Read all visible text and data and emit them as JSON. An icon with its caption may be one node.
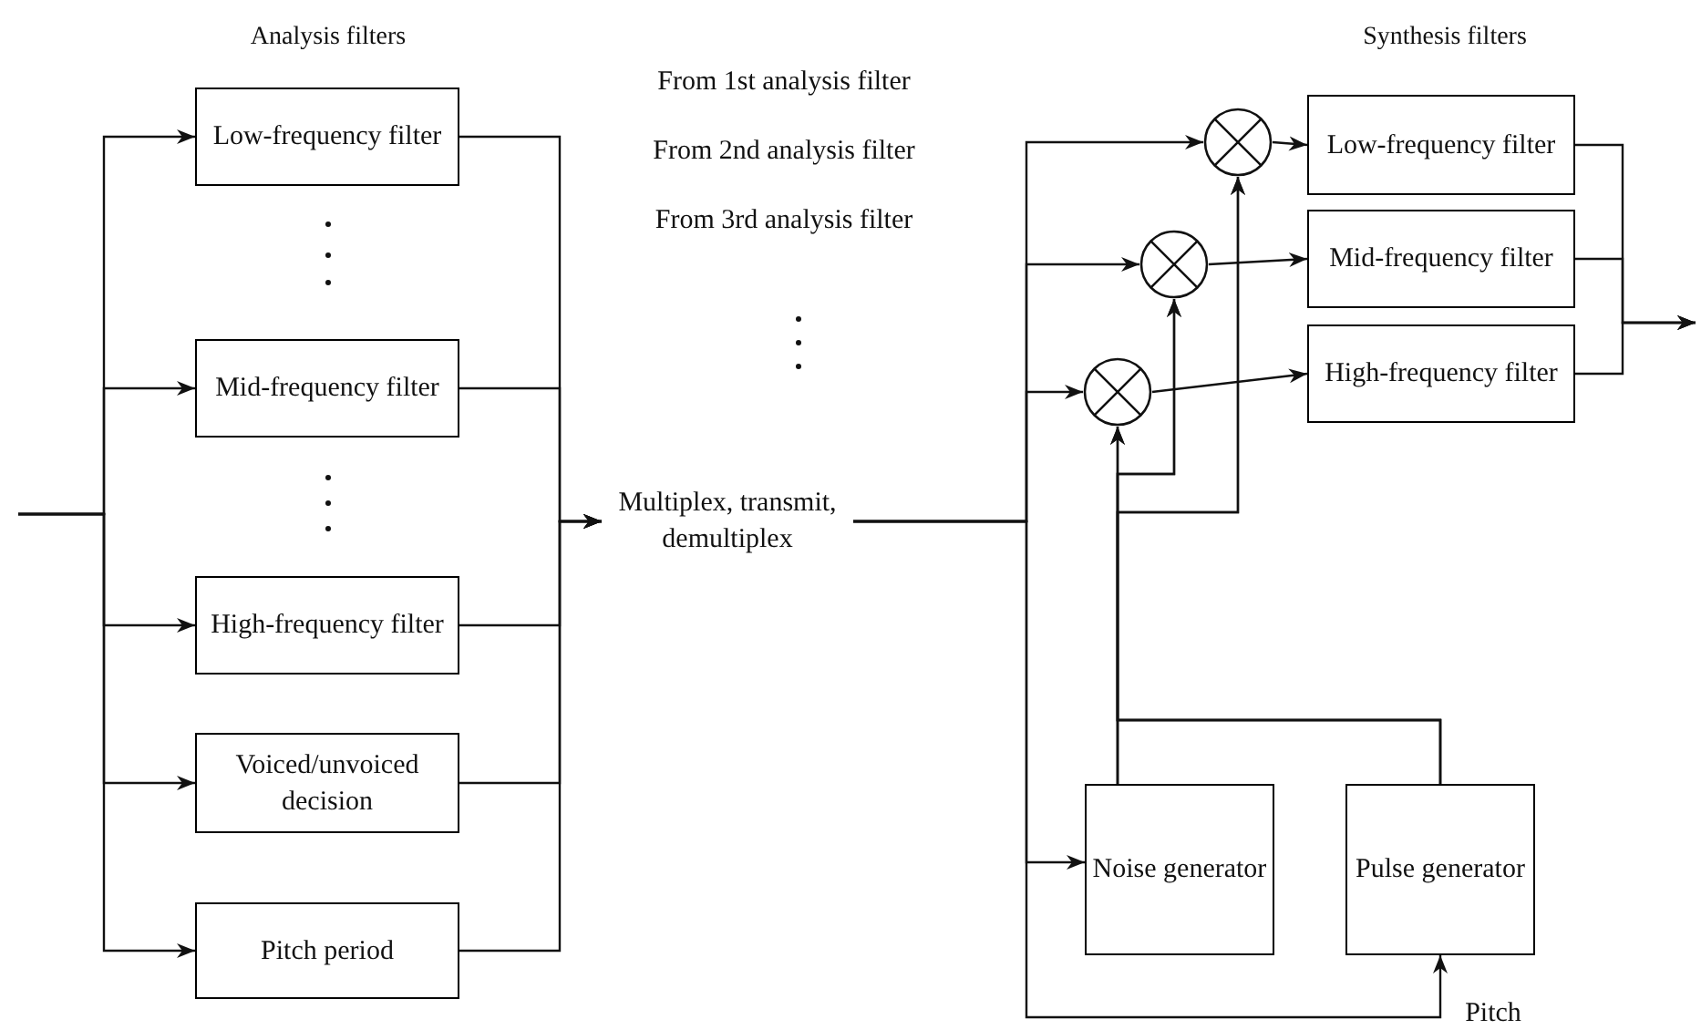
{
  "diagram": {
    "nodes": [
      {
        "text": [
          "Low-frequency filter"
        ]
      },
      {
        "text": [
          "Mid-frequency filter"
        ]
      },
      {
        "text": [
          "High-frequency filter"
        ]
      },
      {
        "text": [
          "Voiced/unvoiced decision"
        ]
      },
      {
        "text": [
          "Pitch period"
        ]
      },
      {
        "text": [
          "Multiplex, transmit, demultiplex"
        ]
      },
      {
        "text": [],
        "shape": "circle"
      },
      {
        "text": [],
        "shape": "circle"
      },
      {
        "text": [],
        "shape": "circle"
      },
      {
        "text": [
          "Low-frequency filter"
        ]
      },
      {
        "text": [
          "Mid-frequency filter"
        ]
      },
      {
        "text": [
          "High-frequency filter"
        ]
      },
      {
        "text": [
          "Noise generator"
        ]
      },
      {
        "text": [
          "Pulse generator"
        ]
      }
    ],
    "edges": [
      {
        "from": null,
        "to": 0,
        "arrow": "to"
      },
      {
        "from": null,
        "to": 1,
        "arrow": "to"
      },
      {
        "from": null,
        "to": 2,
        "arrow": "to"
      },
      {
        "from": null,
        "to": 3,
        "arrow": "to"
      },
      {
        "from": null,
        "to": 4,
        "arrow": "to"
      },
      {
        "from": 0,
        "to": 5,
        "arrow": "to"
      },
      {
        "from": 1,
        "to": 5,
        "arrow": "to"
      },
      {
        "from": 2,
        "to": 5,
        "arrow": "to"
      },
      {
        "from": 3,
        "to": 5,
        "arrow": "to"
      },
      {
        "from": 4,
        "to": 5,
        "arrow": "to"
      },
      {
        "from": 5,
        "to": 6,
        "arrow": "to"
      },
      {
        "from": 5,
        "to": 7,
        "arrow": "to"
      },
      {
        "from": 5,
        "to": 8,
        "arrow": "to"
      },
      {
        "from": 5,
        "to": 12,
        "arrow": "to"
      },
      {
        "from": 5,
        "to": 13,
        "arrow": "to"
      },
      {
        "from": 6,
        "to": 9,
        "arrow": "to"
      },
      {
        "from": 7,
        "to": 10,
        "arrow": "to"
      },
      {
        "from": 8,
        "to": 11,
        "arrow": "to"
      },
      {
        "from": 12,
        "to": 8,
        "arrow": "to"
      },
      {
        "from": 12,
        "to": 7,
        "arrow": "to"
      },
      {
        "from": 12,
        "to": 6,
        "arrow": "to"
      },
      {
        "from": 13,
        "to": 8,
        "arrow": "to"
      },
      {
        "from": 13,
        "to": 7,
        "arrow": "to"
      },
      {
        "from": 13,
        "to": 6,
        "arrow": "to"
      },
      {
        "from": 9,
        "to": null,
        "arrow": "to"
      },
      {
        "from": 10,
        "to": null,
        "arrow": "to"
      },
      {
        "from": 11,
        "to": null,
        "arrow": "to"
      }
    ],
    "labels": [
      "Analysis filters",
      "From 1st analysis filter",
      "From 2nd analysis filter",
      "From 3rd analysis filter",
      "Synthesis filters",
      "Pitch"
    ]
  }
}
